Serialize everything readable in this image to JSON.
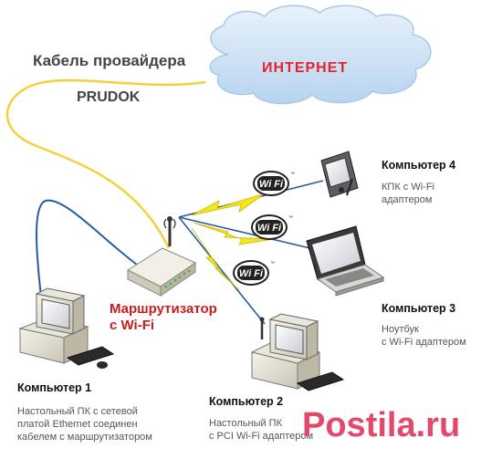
{
  "cable_label": "Кабель провайдера",
  "provider_name": "PRUDOK",
  "internet_label": "ИНТЕРНЕТ",
  "router_label": "Маршрутизатор\nс Wi-Fi",
  "wifi_badge_text": "Wi Fi",
  "wifi_badge_tm": "™",
  "computers": [
    {
      "title": "Компьютер 1",
      "description": "Настольный ПК с сетевой\nплатой Ethernet соединен\nкабелем с маршрутизатором"
    },
    {
      "title": "Компьютер 2",
      "description": "Настольный ПК\nс PCI Wi-Fi адаптером"
    },
    {
      "title": "Компьютер 3",
      "description": "Ноутбук\nс Wi-Fi адаптером"
    },
    {
      "title": "Компьютер 4",
      "description": "КПК с Wi-Fi\nадаптером"
    }
  ],
  "watermark": "Postila.ru",
  "colors": {
    "cable_yellow": "#f2d23c",
    "cable_blue": "#2a5a9e",
    "lightning": "#f4e61c",
    "cloud": "#cfe3f6",
    "internet_text": "#e8202f",
    "router_label": "#cc1b1b",
    "watermark": "#e24a6c"
  }
}
